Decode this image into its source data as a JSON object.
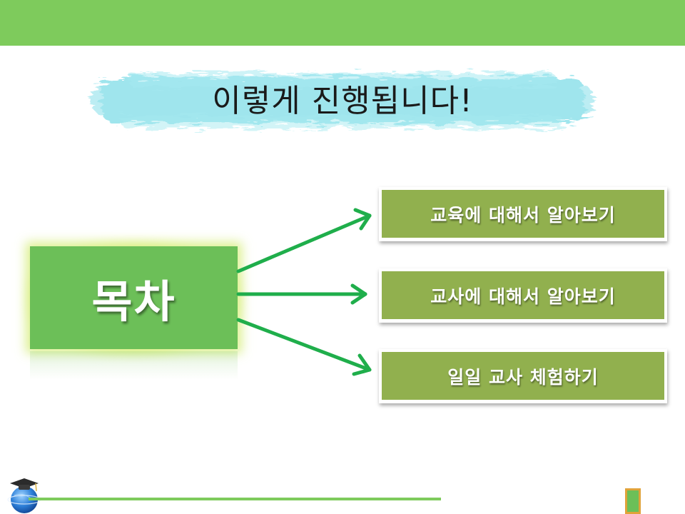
{
  "slide": {
    "title": "이렇게 진행됩니다!",
    "main_label": "목차",
    "items": [
      {
        "label": "교육에 대해서 알아보기"
      },
      {
        "label": "교사에 대해서 알아보기"
      },
      {
        "label": "일일 교사 체험하기"
      }
    ]
  },
  "colors": {
    "top_bar": "#7ecb5c",
    "title_brush": "#8ee0ea",
    "main_box": "#6cbf58",
    "item_box": "#91b04e",
    "arrow": "#1fae4b",
    "bottom_line": "#7ecb5c"
  },
  "icons": {
    "logo": "graduation-cap-globe-icon",
    "page_marker": "page-marker-icon"
  }
}
